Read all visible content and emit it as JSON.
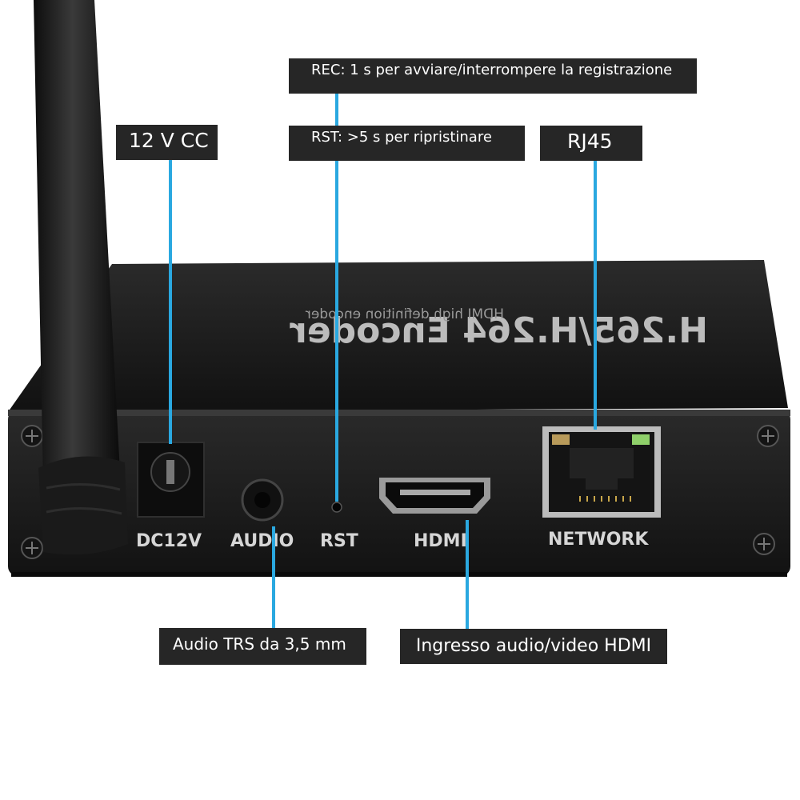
{
  "device": {
    "top_label": "H.265/H.264 Encoder",
    "top_sublabel": "HDMI high definition encoder",
    "port_labels": {
      "dc": "DC12V",
      "audio": "AUDIO",
      "rst": "RST",
      "hdmi": "HDMI",
      "network": "NETWORK"
    }
  },
  "callouts": {
    "rec": "REC: 1 s per avviare/interrompere la registrazione",
    "rst": "RST: >5 s per ripristinare",
    "dc": "12 V CC",
    "rj45": "RJ45",
    "audio": "Audio TRS da 3,5 mm",
    "hdmi": "Ingresso audio/video HDMI"
  },
  "colors": {
    "leader": "#2aa8e0",
    "callout_bg": "#262626",
    "device_body": "#1c1c1c"
  }
}
